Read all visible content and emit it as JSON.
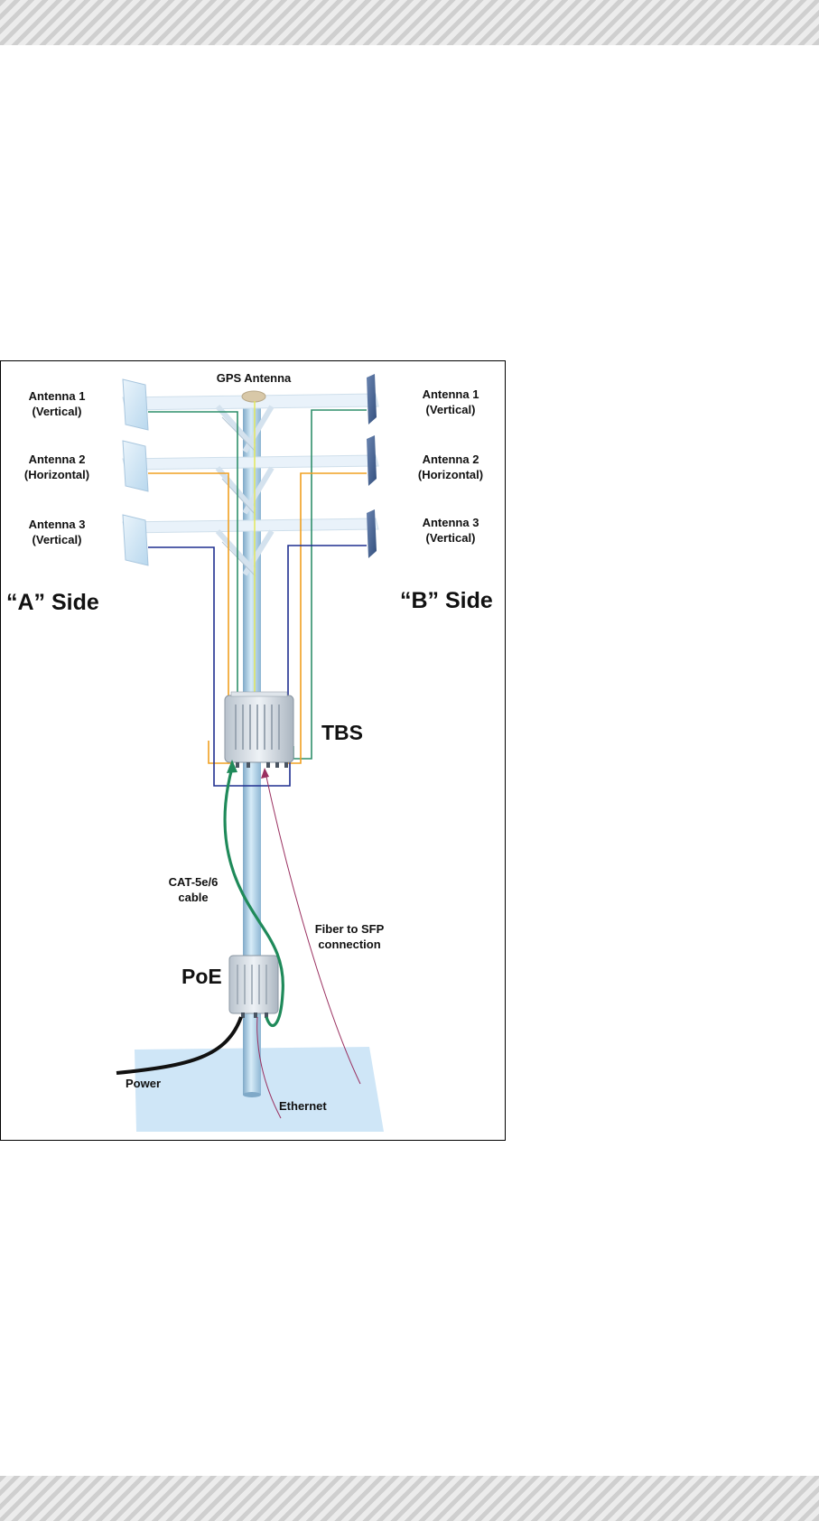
{
  "header_band": "",
  "footer_band": "",
  "diagram": {
    "gps_antenna": "GPS Antenna",
    "a_side": {
      "label": "“A” Side",
      "antenna1": {
        "name": "Antenna 1",
        "pol": "(Vertical)"
      },
      "antenna2": {
        "name": "Antenna 2",
        "pol": "(Horizontal)"
      },
      "antenna3": {
        "name": "Antenna 3",
        "pol": "(Vertical)"
      }
    },
    "b_side": {
      "label": "“B” Side",
      "antenna1": {
        "name": "Antenna 1",
        "pol": "(Vertical)"
      },
      "antenna2": {
        "name": "Antenna 2",
        "pol": "(Horizontal)"
      },
      "antenna3": {
        "name": "Antenna 3",
        "pol": "(Vertical)"
      }
    },
    "tbs": "TBS",
    "poe": "PoE",
    "cat_cable": {
      "line1": "CAT-5e/6",
      "line2": "cable"
    },
    "fiber": {
      "line1": "Fiber to SFP",
      "line2": "connection"
    },
    "power": "Power",
    "ethernet": "Ethernet",
    "colors": {
      "vertical_a": "#2f8f6b",
      "horizontal": "#f0a020",
      "vertical_b": "#1f2f8f",
      "cat_cable": "#1f8a5a",
      "fiber": "#9a3060",
      "pole": "#a9cce3",
      "ground": "#cfe6f7"
    }
  }
}
